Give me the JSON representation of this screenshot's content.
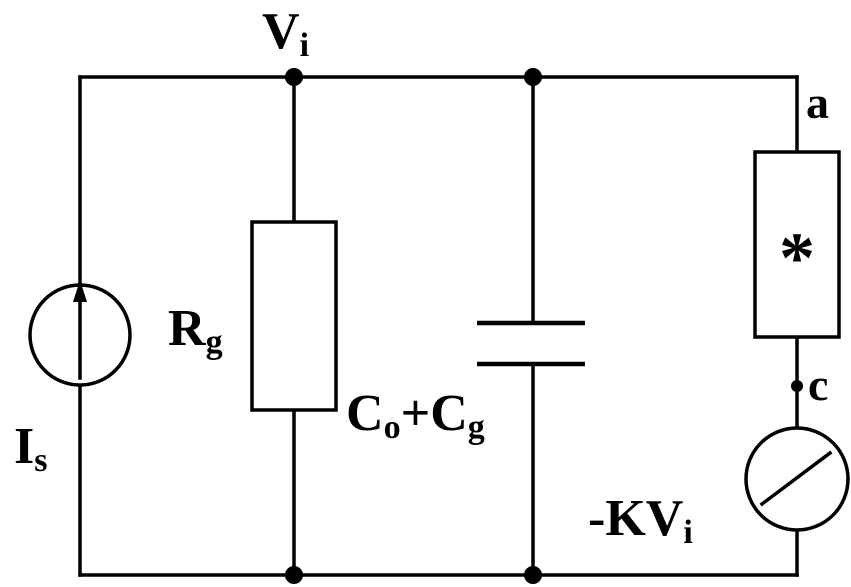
{
  "labels": {
    "node_top": {
      "main": "V",
      "sub": "i"
    },
    "resistor": {
      "main": "R",
      "sub": "g"
    },
    "capacitor": {
      "part1_main": "C",
      "part1_sub": "o",
      "plus": "+",
      "part2_main": "C",
      "part2_sub": "g"
    },
    "source": {
      "main": "I",
      "sub": "s"
    },
    "node_a": "a",
    "node_c": "c",
    "element_symbol": "*",
    "dependent_source": {
      "prefix": "-KV",
      "sub": "i"
    }
  }
}
